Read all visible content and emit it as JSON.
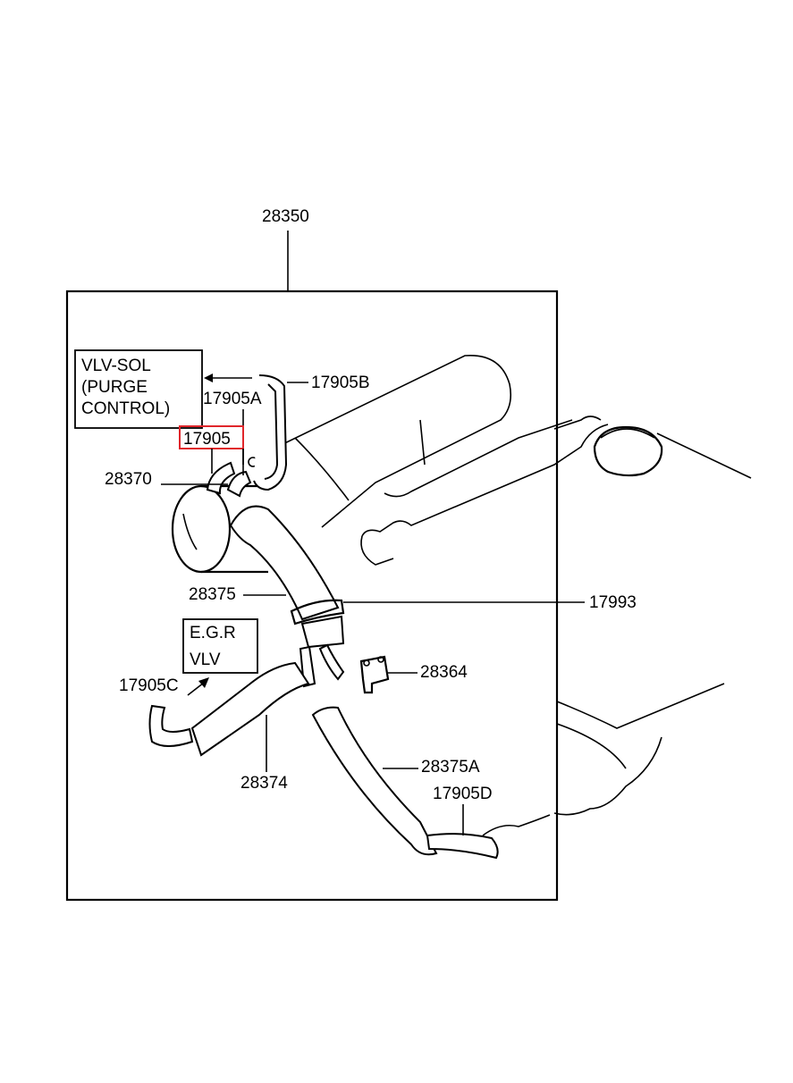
{
  "diagram": {
    "assembly_label": "28350",
    "callouts": {
      "c17905B": "17905B",
      "c17905A": "17905A",
      "c17905": "17905",
      "c28370": "28370",
      "c28375": "28375",
      "c17993": "17993",
      "c28364": "28364",
      "c17905C": "17905C",
      "c28374": "28374",
      "c28375A": "28375A",
      "c17905D": "17905D"
    },
    "vlv_sol_box": [
      "VLV-SOL",
      "(PURGE",
      "CONTROL)"
    ],
    "egr_box": [
      "E.G.R",
      "VLV"
    ],
    "highlighted_part": "17905",
    "highlight_color": "#e0262b"
  }
}
